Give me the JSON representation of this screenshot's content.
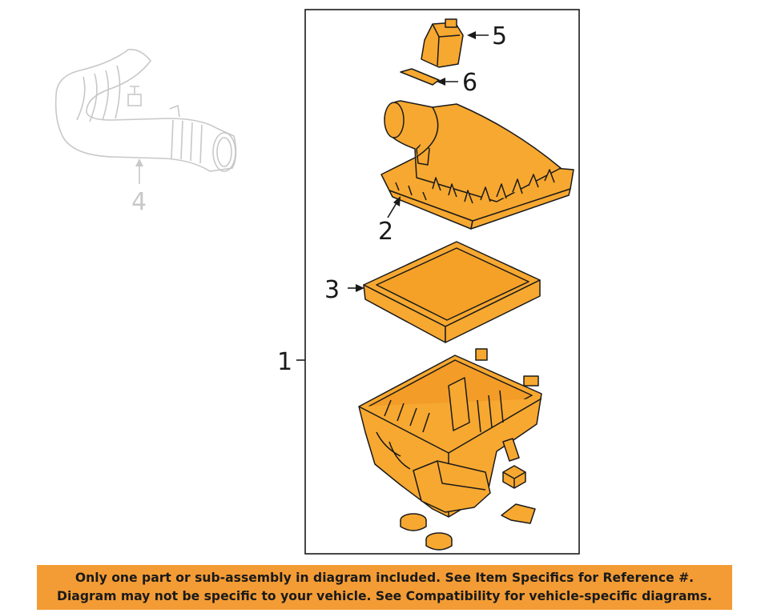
{
  "callouts": {
    "one": "1",
    "two": "2",
    "three": "3",
    "four": "4",
    "five": "5",
    "six": "6"
  },
  "notice": {
    "line1": "Only one part or sub-assembly in diagram included. See Item Specifics for Reference #.",
    "line2": "Diagram may not be specific to your vehicle. See Compatibility for vehicle-specific diagrams."
  },
  "colors": {
    "part_fill": "#f7a830",
    "part_stroke": "#1a1a1a",
    "ghost_stroke": "#c8c8c8",
    "notice_bg": "#f39c35"
  }
}
